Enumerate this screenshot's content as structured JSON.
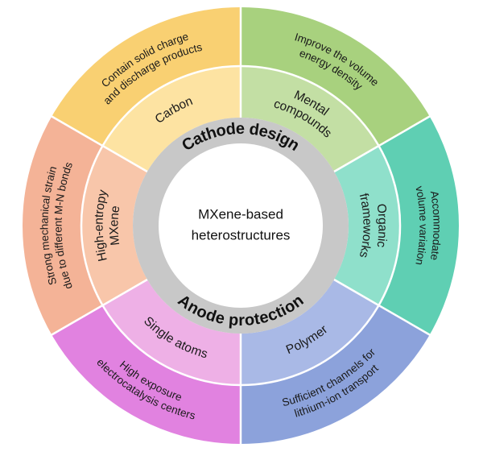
{
  "center": {
    "lines": [
      "MXene-based",
      "heterostructures"
    ]
  },
  "ring": {
    "top": "Cathode design",
    "bottom": "Anode protection"
  },
  "sectors": [
    {
      "id": "carbon",
      "inner_lines": [
        "Carbon"
      ],
      "outer_lines": [
        "Contain solid charge",
        "and discharge products"
      ],
      "inner_color": "#fde3a2",
      "outer_color": "#f9d072"
    },
    {
      "id": "mental-compounds",
      "inner_lines": [
        "Mental",
        "compounds"
      ],
      "outer_lines": [
        "Improve the volume",
        "energy density"
      ],
      "inner_color": "#c3dfa4",
      "outer_color": "#a8d17e"
    },
    {
      "id": "organic-frameworks",
      "inner_lines": [
        "Organic",
        "frameworks"
      ],
      "outer_lines": [
        "Accommodate",
        "volume variation"
      ],
      "inner_color": "#8fe0cb",
      "outer_color": "#5fcfb3"
    },
    {
      "id": "polymer",
      "inner_lines": [
        "Polymer"
      ],
      "outer_lines": [
        "Sufficient channels for",
        "lithium-ion transport"
      ],
      "inner_color": "#a9b9e6",
      "outer_color": "#8ca2db"
    },
    {
      "id": "single-atoms",
      "inner_lines": [
        "Single atoms"
      ],
      "outer_lines": [
        "High exposure",
        "electrocatalysis centers"
      ],
      "inner_color": "#eeb0e6",
      "outer_color": "#e182e0"
    },
    {
      "id": "high-entropy-mxene",
      "inner_lines": [
        "High-entropy",
        "MXene"
      ],
      "outer_lines": [
        "Strong mechanical strain",
        "due to different M-N bonds"
      ],
      "inner_color": "#f8c6aa",
      "outer_color": "#f4b397"
    }
  ]
}
